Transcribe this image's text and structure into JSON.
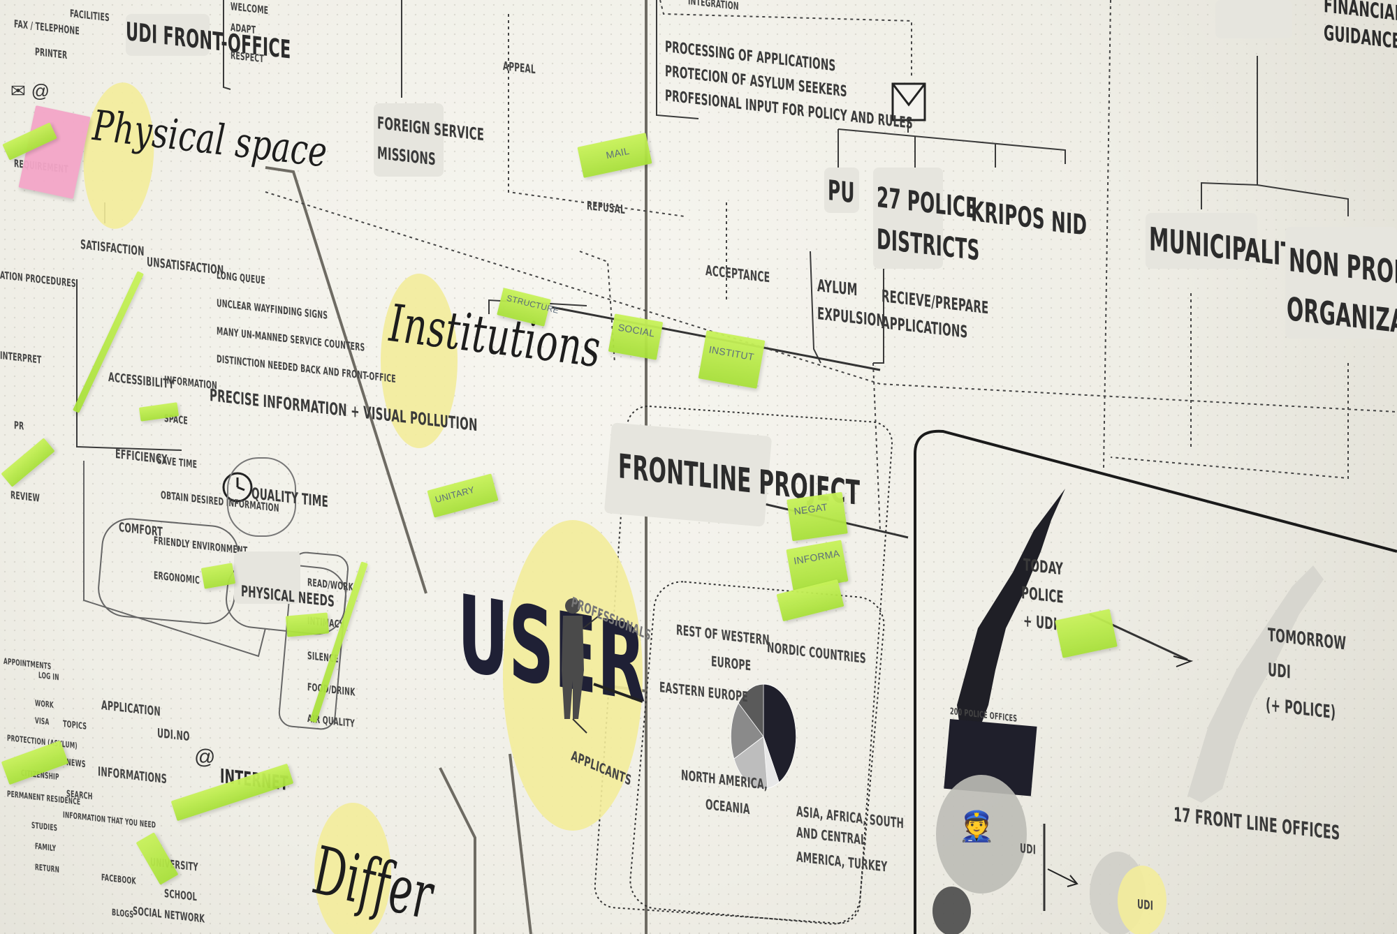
{
  "sections": {
    "physical_space": "Physical space",
    "institutions": "Institutions",
    "user": "USER",
    "differ": "Differ"
  },
  "top_left": {
    "udi_front_office": "UDI FRONT-OFFICE",
    "facilities": "FACILITIES",
    "fax_telephone": "FAX / TELEPHONE",
    "printer": "PRINTER",
    "welcome": "WELCOME",
    "adapt": "ADAPT",
    "respect": "RESPECT",
    "requirement": "REQUIREMENT",
    "ation_procedures": "ATION PROCEDURES",
    "interpret": "INTERPRET",
    "pr": "PR",
    "review": "REVIEW"
  },
  "physical": {
    "satisfaction": "SATISFACTION",
    "unsatisfaction": "UNSATISFACTION",
    "issues": [
      "LONG QUEUE",
      "UNCLEAR WAYFINDING SIGNS",
      "MANY UN-MANNED SERVICE COUNTERS",
      "DISTINCTION NEEDED BACK AND FRONT-OFFICE"
    ],
    "accessibility": "ACCESSIBILITY",
    "information": "INFORMATION",
    "space": "SPACE",
    "precise_info": "PRECISE INFORMATION + VISUAL POLLUTION",
    "efficiency": "EFFICIENCY",
    "save_time": "SAVE TIME",
    "obtain_info": "OBTAIN DESIRED INFORMATION",
    "quality_time": "QUALITY TIME",
    "comfort": "COMFORT",
    "friendly_env": "FRIENDLY ENVIRONMENT",
    "ergonomic": "ERGONOMIC",
    "physical_needs": "PHYSICAL NEEDS",
    "needs_list": [
      "READ/WORK",
      "INTIMACY",
      "SILENCE",
      "FOOD/DRINK",
      "AIR QUALITY"
    ]
  },
  "lower_left": {
    "appointments": "APPOINTMENTS",
    "log_in": "LOG IN",
    "work": "WORK",
    "visa": "VISA",
    "protection": "PROTECTION (ASYLUM)",
    "citizenship": "CITIZENSHIP",
    "permanent_residence": "PERMANENT RESIDENCE",
    "studies": "STUDIES",
    "family": "FAMILY",
    "return": "RETURN",
    "topics": "TOPICS",
    "news": "NEWS",
    "search": "SEARCH",
    "information_that_you_need": "INFORMATION THAT YOU NEED",
    "application": "APPLICATION",
    "udi_no": "UDI.NO",
    "informations": "INFORMATIONS",
    "internet": "INTERNET",
    "facebook": "FACEBOOK",
    "blogs": "BLOGS",
    "social_network": "SOCIAL NETWORK",
    "school": "SCHOOL",
    "university": "UNIVERSITY"
  },
  "top_middle": {
    "foreign_service": "FOREIGN SERVICE",
    "missions": "MISSIONS",
    "appeal": "APPEAL",
    "refusal": "REFUSAL",
    "acceptance": "ACCEPTANCE",
    "integration": "INTEGRATION",
    "processing": "PROCESSING OF APPLICATIONS",
    "protection_asylum": "PROTECION OF ASYLUM SEEKERS",
    "professional_input": "PROFESIONAL INPUT FOR POLICY AND RULES"
  },
  "police": {
    "pu": "PU",
    "districts_line1": "27 POLICE",
    "districts_line2": "DISTRICTS",
    "kripos": "KRIPOS",
    "nid": "NID",
    "aylum": "AYLUM",
    "expulsion": "EXPULSION",
    "recieve": "RECIEVE/PREPARE",
    "applications": "APPLICATIONS"
  },
  "top_right": {
    "financial": "FINANCIAL",
    "guidance": "GUIDANCE",
    "municipality": "MUNICIPALITY",
    "non_profit": "NON PROFIT",
    "organization": "ORGANIZATIO"
  },
  "frontline": {
    "title": "FRONTLINE PROJECT",
    "today": "TODAY",
    "police": "POLICE",
    "plus_udi": "+ UDI",
    "police_offices": "200 POLICE OFFICES",
    "tomorrow": "TOMORROW",
    "udi": "UDI",
    "plus_police": "(+ POLICE)",
    "front_line_offices": "17 FRONT LINE OFFICES",
    "udi_small": "UDI",
    "udi_small2": "UDI"
  },
  "user": {
    "professionals": "PROFESSIONALS",
    "applicants": "APPLICANTS"
  },
  "pie": {
    "labels": {
      "rest_western_europe_1": "REST OF WESTERN",
      "rest_western_europe_2": "EUROPE",
      "nordic": "NORDIC COUNTRIES",
      "eastern_europe": "EASTERN EUROPE",
      "north_america_1": "NORTH AMERICA,",
      "north_america_2": "OCEANIA",
      "asia_1": "ASIA, AFRICA, SOUTH",
      "asia_2": "AND CENTRAL",
      "asia_3": "AMERICA, TURKEY"
    },
    "slice_fractions": [
      0.42,
      0.06,
      0.2,
      0.18,
      0.14
    ],
    "colors": [
      "#1f1f2b",
      "#e8e8e8",
      "#bdbdbd",
      "#8a8a8a",
      "#5a5a5a"
    ]
  },
  "stickies": {
    "structure": "STRUCTURE",
    "social": "SOCIAL",
    "institut": "INSTITUT",
    "mail": "MAIL",
    "negat": "NEGAT",
    "informa": "INFORMA",
    "unitary": "UNITARY"
  },
  "colors": {
    "accent_yellow": "#f3ec9a",
    "sticky_green": "#b6ea45",
    "sticky_pink": "#f4a6c8",
    "ink": "#2c2c2c"
  }
}
